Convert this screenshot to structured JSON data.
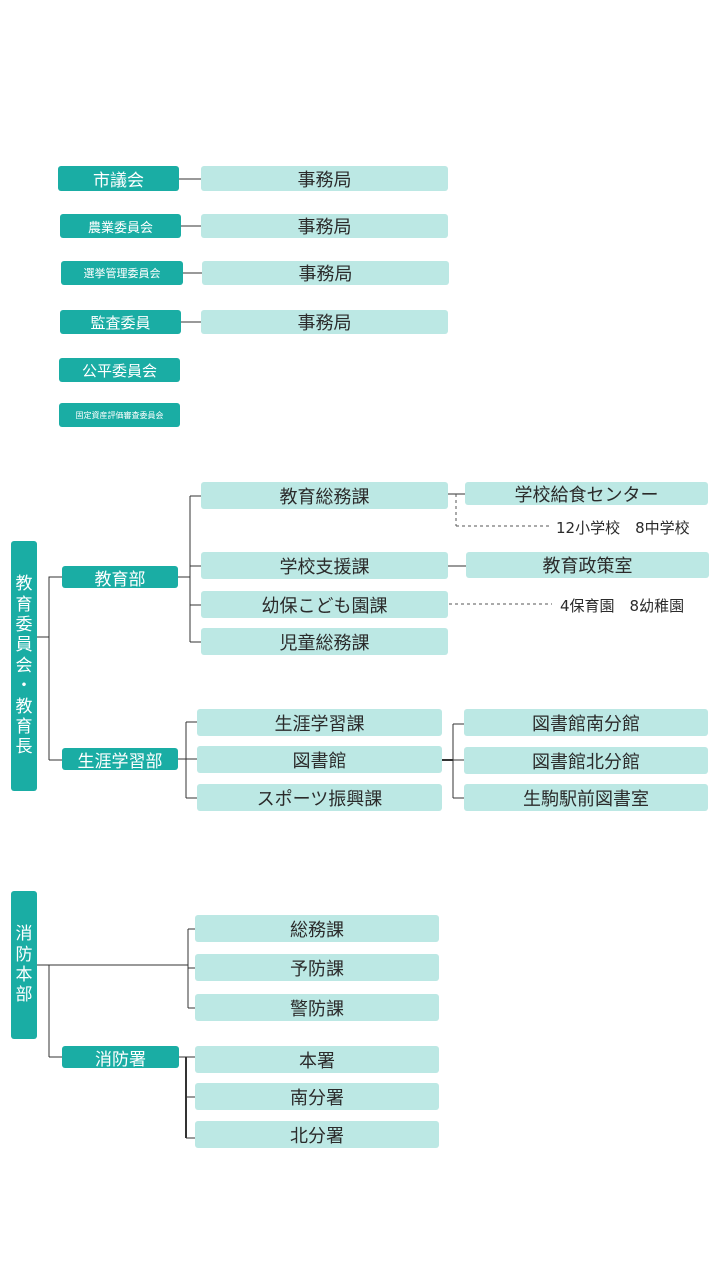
{
  "committees": [
    {
      "name": "市議会",
      "office": "事務局"
    },
    {
      "name": "農業委員会",
      "office": "事務局"
    },
    {
      "name": "選挙管理委員会",
      "office": "事務局"
    },
    {
      "name": "監査委員",
      "office": "事務局"
    },
    {
      "name": "公平委員会"
    },
    {
      "name": "固定資産評価審査委員会"
    }
  ],
  "education": {
    "root": [
      "教",
      "育",
      "委",
      "員",
      "会",
      "・",
      "教",
      "育",
      "長"
    ],
    "education_dept": {
      "name": "教育部",
      "sections": [
        "教育総務課",
        "学校支援課",
        "幼保こども園課",
        "児童総務課"
      ],
      "lunch_center": "学校給食センター",
      "schools": "12小学校　8中学校",
      "policy_office": "教育政策室",
      "nursery": "4保育園　8幼稚園"
    },
    "lifelong_dept": {
      "name": "生涯学習部",
      "sections": [
        "生涯学習課",
        "図書館",
        "スポーツ振興課"
      ],
      "branches": [
        "図書館南分館",
        "図書館北分館",
        "生駒駅前図書室"
      ]
    }
  },
  "fire": {
    "root": [
      "消",
      "防",
      "本",
      "部"
    ],
    "sections": [
      "総務課",
      "予防課",
      "警防課"
    ],
    "station": {
      "name": "消防署",
      "units": [
        "本署",
        "南分署",
        "北分署"
      ]
    }
  },
  "colors": {
    "dark": "#1aada4",
    "light": "#bce8e4",
    "line": "#333333"
  }
}
